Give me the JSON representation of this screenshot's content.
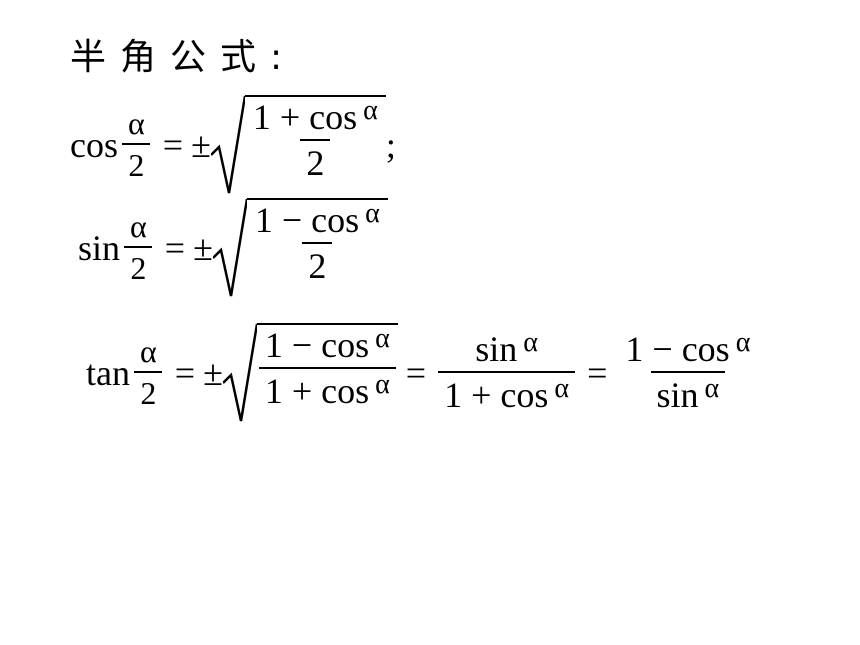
{
  "heading": "半角公式:",
  "formulas": {
    "cos_half": {
      "lhs_fn": "cos",
      "half_num": "α",
      "half_den": "2",
      "eq": "=",
      "pm": "±",
      "rad_num": "1 + cos",
      "rad_num_alpha": "α",
      "rad_den": "2",
      "tail": ";"
    },
    "sin_half": {
      "lhs_fn": "sin",
      "half_num": "α",
      "half_den": "2",
      "eq": "=",
      "pm": "±",
      "rad_num": "1 − cos",
      "rad_num_alpha": "α",
      "rad_den": "2"
    },
    "tan_half": {
      "lhs_fn": "tan",
      "half_num": "α",
      "half_den": "2",
      "eq": "=",
      "pm": "±",
      "rad_num": "1 − cos",
      "rad_num_alpha": "α",
      "rad_den": "1 + cos",
      "rad_den_alpha": "α",
      "eq2": "=",
      "f2_num": "sin",
      "f2_num_alpha": "α",
      "f2_den": "1 + cos",
      "f2_den_alpha": "α",
      "eq3": "=",
      "f3_num": "1 − cos",
      "f3_num_alpha": "α",
      "f3_den": "sin",
      "f3_den_alpha": "α"
    }
  }
}
